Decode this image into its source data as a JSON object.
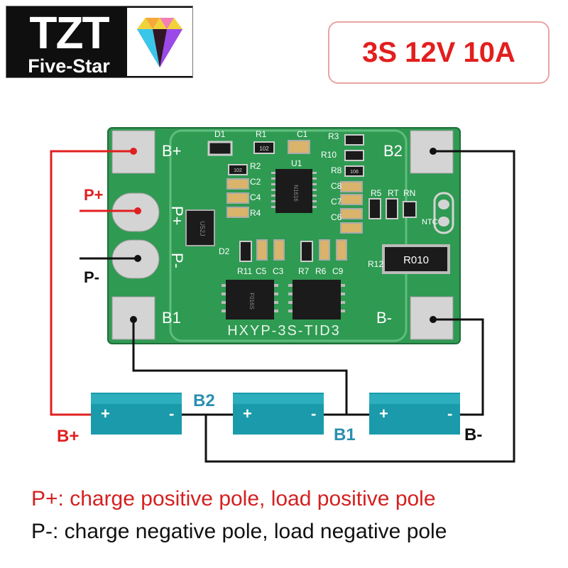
{
  "brand": {
    "name": "TZT",
    "tagline": "Five-Star"
  },
  "spec": "3S 12V 10A",
  "board": {
    "model": "HXYP-3S-TID3",
    "pads": {
      "b_plus": "B+",
      "b2": "B2",
      "p_plus": "P+",
      "p_minus": "P-",
      "b1": "B1",
      "b_minus": "B-"
    },
    "designators": [
      "D1",
      "R1",
      "C1",
      "R3",
      "R10",
      "R8",
      "U1",
      "R2",
      "C2",
      "C4",
      "R4",
      "C8",
      "C7",
      "C6",
      "R5",
      "RT",
      "RN",
      "NTC",
      "D2",
      "R11",
      "C5",
      "C3",
      "R7",
      "R6",
      "C9",
      "R12"
    ],
    "shunt_marking": "R010",
    "chip_markings": [
      "U52J",
      "102",
      "102",
      "106",
      "N1616",
      "F016S"
    ]
  },
  "wire_labels": {
    "p_plus": "P+",
    "p_minus": "P-",
    "b_plus": "B+",
    "b2": "B2",
    "b1": "B1",
    "b_minus": "B-"
  },
  "battery_signs": {
    "plus": "+",
    "minus": "-"
  },
  "notes": {
    "positive": "P+: charge positive pole, load positive pole",
    "negative": "P-: charge negative pole, load negative pole"
  },
  "colors": {
    "pcb": "#2f9a52",
    "battery": "#1a9aab",
    "red": "#e02020",
    "teal_label": "#2a8fb0",
    "wire": "#111111"
  }
}
